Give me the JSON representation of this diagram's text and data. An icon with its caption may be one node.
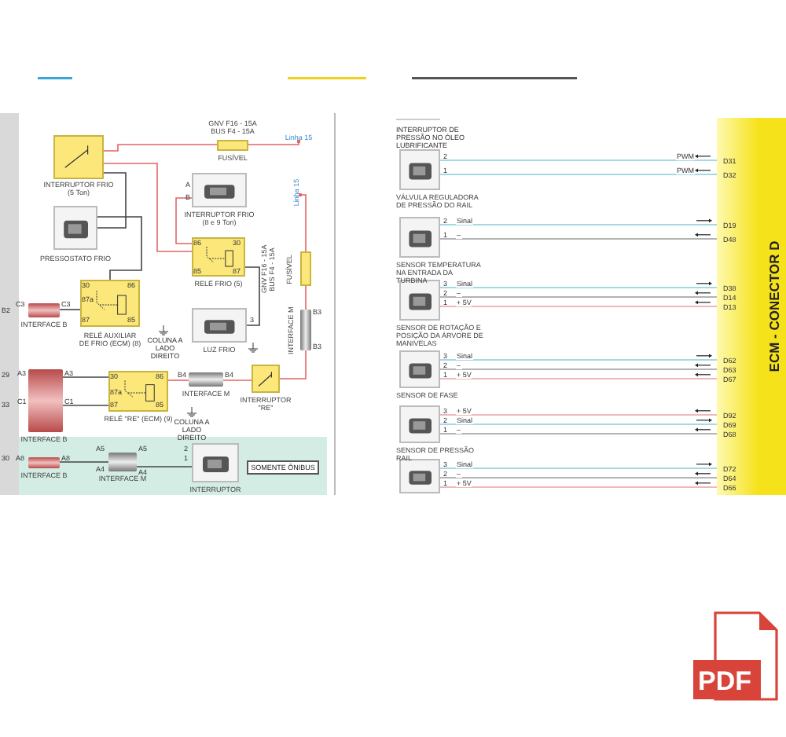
{
  "diagram": {
    "nodes": [
      {
        "text": [],
        "shape": "box",
        "beside": [
          "INTERRUPTOR FRIO",
          "(5 Ton)"
        ]
      },
      {
        "text": [],
        "shape": "picture",
        "beside": [
          "PRESSOSTATO FRIO"
        ]
      },
      {
        "text": [],
        "shape": "box",
        "beside": [
          "RELÉ AUXILIAR DE FRIO (ECM) (8)"
        ]
      },
      {
        "text": [],
        "shape": "bar",
        "beside": [
          "INTERFACE B"
        ]
      },
      {
        "text": [],
        "shape": "box",
        "beside": [
          "RELÉ \"RE\" (ECM) (9)"
        ]
      },
      {
        "text": [],
        "shape": "bar",
        "beside": [
          "INTERFACE B"
        ]
      },
      {
        "text": [],
        "shape": "bar",
        "beside": [
          "INTERFACE B"
        ]
      },
      {
        "text": [],
        "shape": "bar",
        "beside": [
          "INTERFACE M"
        ]
      },
      {
        "text": [],
        "shape": "picture",
        "beside": [
          "INTERRUPTOR FRIO",
          "(8 e 9 Ton)"
        ]
      },
      {
        "text": [],
        "shape": "box",
        "beside": [
          "RELÉ FRIO (5)"
        ]
      },
      {
        "text": [],
        "shape": "picture",
        "beside": [
          "LUZ FRIO"
        ]
      },
      {
        "text": [],
        "shape": "bar",
        "beside": [
          "INTERFACE M"
        ]
      },
      {
        "text": [],
        "shape": "box",
        "beside": [
          "INTERRUPTOR",
          "\"RE\""
        ]
      },
      {
        "text": [],
        "shape": "picture",
        "beside": [
          "INTERRUPTOR"
        ]
      },
      {
        "text": [
          "SOMENTE ÔNIBUS"
        ]
      },
      {
        "text": [],
        "shape": "box",
        "beside": [
          "GNV F16 - 15A",
          "BUS F4 - 15A",
          "FUSÍVEL"
        ]
      },
      {
        "text": [],
        "shape": "box",
        "beside": [
          "GNV F16 - 15A",
          "BUS F4 - 15A",
          "FUSÍVEL"
        ]
      },
      {
        "text": [],
        "shape": "bar",
        "beside": [
          "INTERFACE M"
        ]
      },
      {
        "text": [
          "ECM - CONECTOR D"
        ]
      },
      {
        "text": [],
        "shape": "picture",
        "beside": [
          "VÁLVULA REGULADORA DE PRESSÃO DO RAIL"
        ]
      },
      {
        "text": [],
        "shape": "picture",
        "beside": [
          "SENSOR TEMPERATURA NA ENTRADA DA TURBINA"
        ]
      },
      {
        "text": [],
        "shape": "picture",
        "beside": [
          "SENSOR DE ROTAÇÃO E POSIÇÃO DA ÁRVORE DE MANIVELAS"
        ]
      },
      {
        "text": [],
        "shape": "picture",
        "beside": [
          "SENSOR DE FASE"
        ]
      },
      {
        "text": [],
        "shape": "picture",
        "beside": [
          "SENSOR DE PRESSÃO RAIL"
        ]
      },
      {
        "text": [],
        "shape": "picture"
      },
      {
        "text": [
          "Linha 15"
        ]
      },
      {
        "text": [
          "Linha 15"
        ]
      }
    ],
    "edges": [
      {
        "from": 15,
        "to": 0,
        "arrow": "none",
        "color": "#e06666"
      },
      {
        "from": 0,
        "to": 9,
        "arrow": "none",
        "color": "#e06666"
      },
      {
        "from": 8,
        "to": 9,
        "arrow": "none",
        "color": "#e06666"
      },
      {
        "from": 9,
        "to": 10,
        "arrow": "none",
        "color": "#444444"
      },
      {
        "from": 0,
        "to": 1,
        "arrow": "none",
        "color": "#444444"
      },
      {
        "from": 1,
        "to": 2,
        "arrow": "none",
        "color": "#444444"
      },
      {
        "from": 3,
        "to": 2,
        "arrow": "none",
        "color": "#444444"
      },
      {
        "from": 5,
        "to": 4,
        "arrow": "none",
        "color": "#444444"
      },
      {
        "from": 5,
        "to": 4,
        "arrow": "none",
        "color": "#444444"
      },
      {
        "from": 4,
        "to": 11,
        "arrow": "none",
        "color": "#e06666"
      },
      {
        "from": 11,
        "to": 12,
        "arrow": "none",
        "color": "#e06666"
      },
      {
        "from": 12,
        "to": 17,
        "arrow": "none",
        "color": "#e06666"
      },
      {
        "from": 17,
        "to": 16,
        "arrow": "none",
        "color": "#e06666"
      },
      {
        "from": 6,
        "to": 7,
        "arrow": "none",
        "color": "#444444"
      },
      {
        "from": 7,
        "to": 13,
        "arrow": "none",
        "color": "#444444"
      },
      {
        "from": 16,
        "to": 25,
        "arrow": "other",
        "color": "#e06666"
      },
      {
        "from": 15,
        "to": 26,
        "arrow": "other",
        "color": "#e06666"
      },
      {
        "from": 19,
        "to": 18,
        "arrow": "none",
        "label": "PWM",
        "color": "#86cbd8"
      },
      {
        "from": 19,
        "to": 18,
        "arrow": "none",
        "label": "PWM",
        "color": "#86cbd8"
      },
      {
        "from": 20,
        "to": 18,
        "arrow": "none",
        "label": "Sinal",
        "color": "#86cbd8"
      },
      {
        "from": 20,
        "to": 18,
        "arrow": "none",
        "label": "–",
        "color": "#9a9a9a"
      },
      {
        "from": 21,
        "to": 18,
        "arrow": "none",
        "label": "Sinal",
        "color": "#86cbd8"
      },
      {
        "from": 21,
        "to": 18,
        "arrow": "none",
        "label": "–",
        "color": "#9a9a9a"
      },
      {
        "from": 21,
        "to": 18,
        "arrow": "none",
        "label": "+ 5V",
        "color": "#e8a0a0"
      },
      {
        "from": 22,
        "to": 18,
        "arrow": "none",
        "label": "Sinal",
        "color": "#86cbd8"
      },
      {
        "from": 22,
        "to": 18,
        "arrow": "none",
        "label": "–",
        "color": "#9a9a9a"
      },
      {
        "from": 22,
        "to": 18,
        "arrow": "none",
        "label": "+ 5V",
        "color": "#e8a0a0"
      },
      {
        "from": 23,
        "to": 18,
        "arrow": "none",
        "label": "+ 5V",
        "color": "#e8a0a0"
      },
      {
        "from": 23,
        "to": 18,
        "arrow": "none",
        "label": "Sinal",
        "color": "#86cbd8"
      },
      {
        "from": 23,
        "to": 18,
        "arrow": "none",
        "label": "–",
        "color": "#9a9a9a"
      },
      {
        "from": 24,
        "to": 18,
        "arrow": "none",
        "label": "Sinal",
        "color": "#86cbd8"
      },
      {
        "from": 24,
        "to": 18,
        "arrow": "none",
        "label": "–",
        "color": "#9a9a9a"
      },
      {
        "from": 24,
        "to": 18,
        "arrow": "none",
        "label": "+ 5V",
        "color": "#e8a0a0"
      }
    ],
    "labels": [
      "COLUNA A LADO DIREITO",
      "COLUNA A LADO DIREITO",
      "30",
      "86",
      "87a",
      "87",
      "85",
      "30",
      "86",
      "87a",
      "87",
      "85",
      "86",
      "30",
      "85",
      "87",
      "C3",
      "C3",
      "A3",
      "A3",
      "C1",
      "C1",
      "A8",
      "A8",
      "A5",
      "A5",
      "A4",
      "A4",
      "B4",
      "B4",
      "B3",
      "B3",
      "A",
      "B",
      "3",
      "2",
      "1",
      "B2",
      "29",
      "33",
      "30",
      "INTERRUPTOR DE PRESSÃO NO ÓLEO LUBRIFICANTE",
      "2",
      "1",
      "2",
      "1",
      "3",
      "2",
      "1",
      "3",
      "2",
      "1",
      "3",
      "2",
      "1",
      "3",
      "2",
      "1",
      "D31",
      "D32",
      "D19",
      "D48",
      "D38",
      "D14",
      "D13",
      "D62",
      "D63",
      "D67",
      "D92",
      "D69",
      "D68",
      "D72",
      "D64",
      "D66",
      "PDF"
    ]
  }
}
